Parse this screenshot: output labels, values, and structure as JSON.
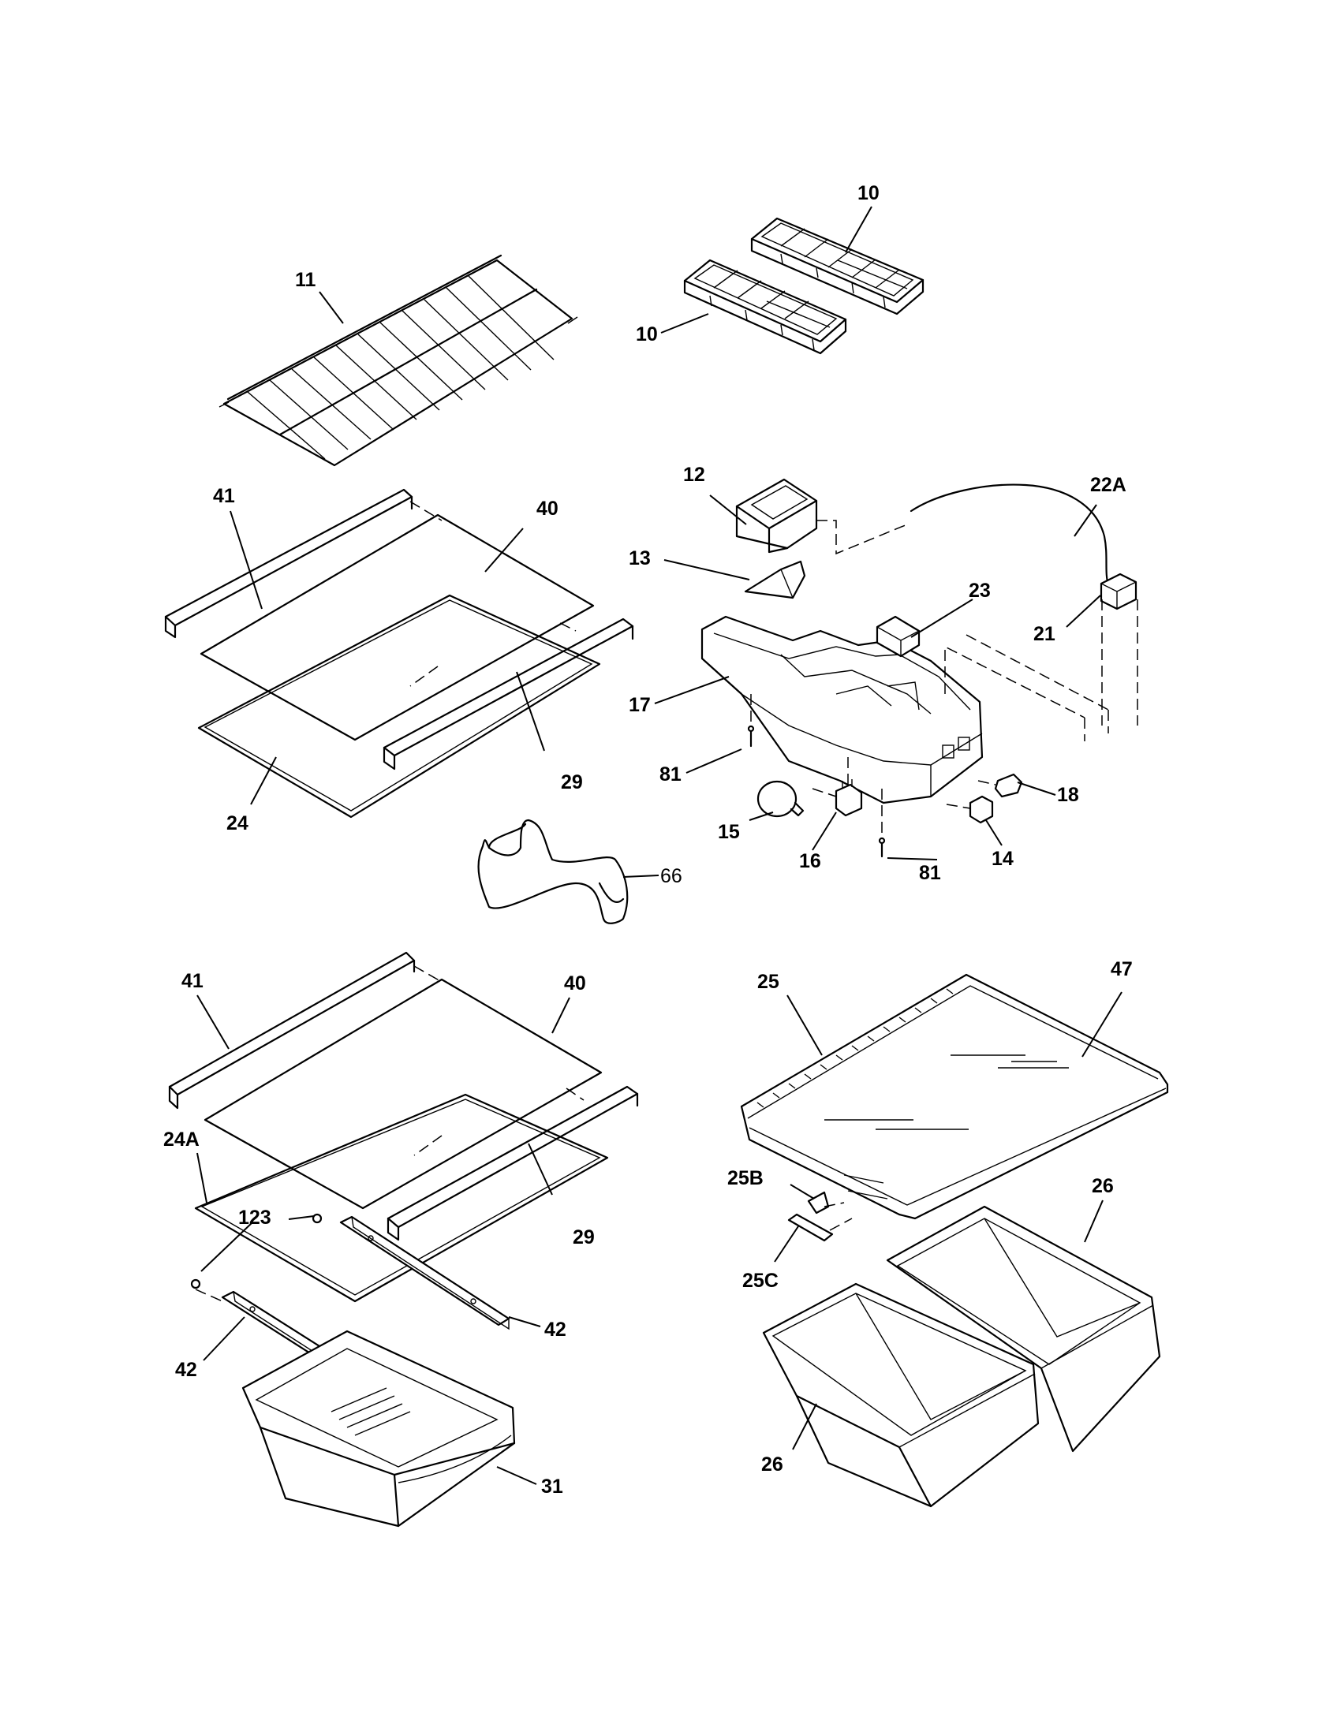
{
  "callouts": [
    {
      "label": "11"
    },
    {
      "label": "10"
    },
    {
      "label": "10"
    },
    {
      "label": "41"
    },
    {
      "label": "40"
    },
    {
      "label": "29"
    },
    {
      "label": "24"
    },
    {
      "label": "12"
    },
    {
      "label": "22A"
    },
    {
      "label": "13"
    },
    {
      "label": "23"
    },
    {
      "label": "21"
    },
    {
      "label": "17"
    },
    {
      "label": "81"
    },
    {
      "label": "18"
    },
    {
      "label": "15"
    },
    {
      "label": "16"
    },
    {
      "label": "81"
    },
    {
      "label": "14"
    },
    {
      "label": "66"
    },
    {
      "label": "41"
    },
    {
      "label": "40"
    },
    {
      "label": "24A"
    },
    {
      "label": "123"
    },
    {
      "label": "29"
    },
    {
      "label": "42"
    },
    {
      "label": "42"
    },
    {
      "label": "31"
    },
    {
      "label": "25"
    },
    {
      "label": "47"
    },
    {
      "label": "25B"
    },
    {
      "label": "25C"
    },
    {
      "label": "26"
    },
    {
      "label": "26"
    }
  ]
}
